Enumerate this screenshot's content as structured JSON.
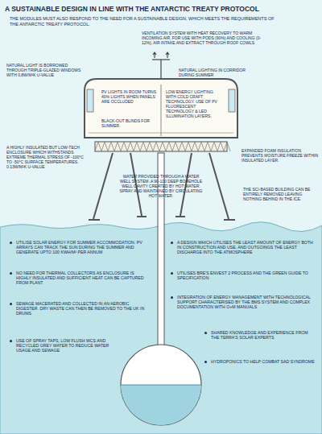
{
  "diagram": {
    "title": "A SUSTAINABLE DESIGN IN LINE WITH THE ANTARCTIC TREATY PROTOCOL",
    "nodes": [
      {
        "text": [
          "PV LIGHTS IN ROOM TURNS 40% LIGHTS WHEN PANELS ARE OCCLUDED",
          "BLACK-OUT BLINDS FOR SUMMER.",
          "LOW ENERGY LIGHTING WITH COLD CRAFT TECHNOLOGY. USE OF PV FLUORESCENT TECHNOLOGY & LED ILLUMINATION LAYERS."
        ]
      }
    ],
    "labels": [
      "THE MODULES MUST ALSO RESPOND TO THE NEED FOR A SUSTAINABLE DESIGN, WHICH MEETS THE REQUIREMENTS OF THE ANTARCTIC TREATY PROTOCOL.",
      "VENTILATION SYSTEM WITH HEAT RECOVERY TO WARM INCOMING AIR, FOR USE WITH PODS (90%) AND COOLING (0-12%), AIR INTAKE AND EXTRACT THROUGH ROOF COWLS",
      "NATURAL LIGHT IS BORROWED THROUGH TRIPLE-GLAZED WINDOWS WITH 0.8W/M²K U-VALUE",
      "NATURAL LIGHTING IN CORRIDOR DURING SUMMER",
      "A HIGHLY INSULATED BUT LOW-TECH ENCLOSURE WHICH WITHSTANDS EXTREME THERMAL STRESS OF -100°C TO -50°C SURFACE TEMPERATURES. 0.13W/M²K U-VALUE",
      "EXPANDED FOAM INSULATION PREVENTS MOISTURE FREEZE WITHIN INSULATED LAYER.",
      "WATER PROVIDED THROUGH A WATER WELL SYSTEM. A 90-100 DEEP BOREHOLE WELL CAVITY CREATED BY HOT WATER. SPRAY AND MAINTAINED BY CIRCULATING HOT WATER.",
      "THE SCI-BASED BUILDING CAN BE ENTIRELY REMOVED LEAVING NOTHING BEHIND IN THE ICE.",
      "UTILISE SOLAR ENERGY FOR SUMMER ACCOMMODATION. PV ARRAYS CAN TRACK THE SUN DURING THE SUMMER AND GENERATE UPTO 100 KWH/M² PER ANNUM",
      "NO NEED FOR THERMAL COLLECTORS AS ENCLOSURE IS HIGHLY INSULATED AND SUFFICIENT HEAT CAN BE CAPTURED FROM PLANT",
      "SEWAGE MACERATED AND COLLECTED IN AN AEROBIC DIGESTER. DRY WASTE CAN THEN BE REMOVED TO THE UK IN DRUMS",
      "USE OF SPRAY TAPS, LOW FLUSH WCS AND RECYCLED GREY WATER TO REDUCE WATER USAGE AND SEWAGE",
      "A DESIGN WHICH UTILISES THE LEAST AMOUNT OF ENERGY BOTH IN CONSTRUCTION AND USE, AND OUTGOINGS THE LEAST DISCHARGE INTO THE ATMOSPHERE",
      "UTILISES BRE'S ENVEST 2 PROCESS AND THE GREEN GUIDE TO SPECIFICATION",
      "INTEGRATION OF ENERGY MANAGEMENT WITH TECHNOLOGICAL SUPPORT CHARACTERISED BY THE BMS SYSTEM AND COMPLEX DOCUMENTATION WITH O+M MANUALS",
      "SHARED KNOWLEDGE AND EXPERIENCE FROM THE TERRA'S SOLAR EXPERTS",
      "HYDROPONICS TO HELP COMBAT SAD SYNDROME"
    ]
  }
}
